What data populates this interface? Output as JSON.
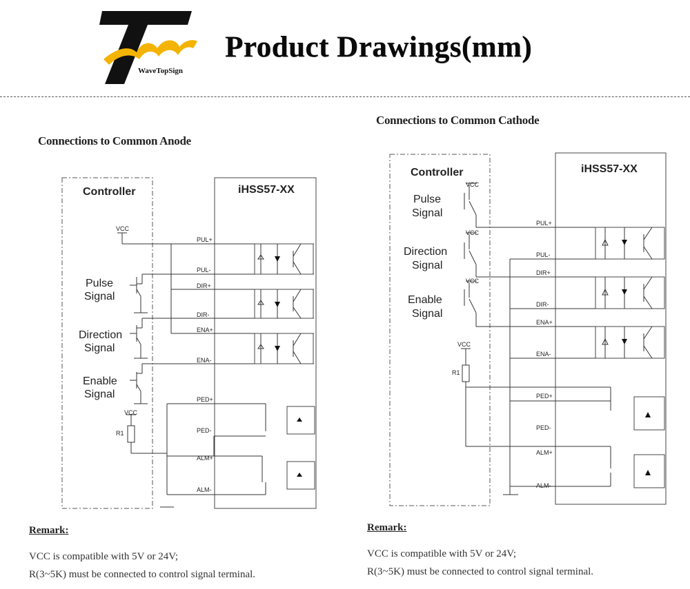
{
  "header": {
    "brand": "WaveTopSign",
    "title": "Product Drawings(mm)",
    "colors": {
      "logo_black": "#111111",
      "logo_gold": "#f3b300"
    }
  },
  "left": {
    "title": "Connections to Common Anode",
    "controller": "Controller",
    "driver": "iHSS57-XX",
    "vcc": "VCC",
    "r1": "R1",
    "signals": [
      "Pulse",
      "Signal",
      "Direction",
      "Signal",
      "Enable",
      "Signal"
    ],
    "pins": [
      "PUL+",
      "PUL-",
      "DIR+",
      "DIR-",
      "ENA+",
      "ENA-",
      "PED+",
      "PED-",
      "ALM+",
      "ALM-"
    ]
  },
  "right": {
    "title": "Connections to Common Cathode",
    "controller": "Controller",
    "driver": "iHSS57-XX",
    "vcc": "VCC",
    "r1": "R1",
    "signals": [
      "Pulse",
      "Signal",
      "Direction",
      "Signal",
      "Enable",
      "Signal"
    ],
    "pins": [
      "PUL+",
      "PUL-",
      "DIR+",
      "DIR-",
      "ENA+",
      "ENA-",
      "PED+",
      "PED-",
      "ALM+",
      "ALM-"
    ]
  },
  "remark": {
    "title": "Remark:",
    "line1": "VCC is compatible with 5V or 24V;",
    "line2": "R(3~5K) must be connected to control signal terminal."
  }
}
